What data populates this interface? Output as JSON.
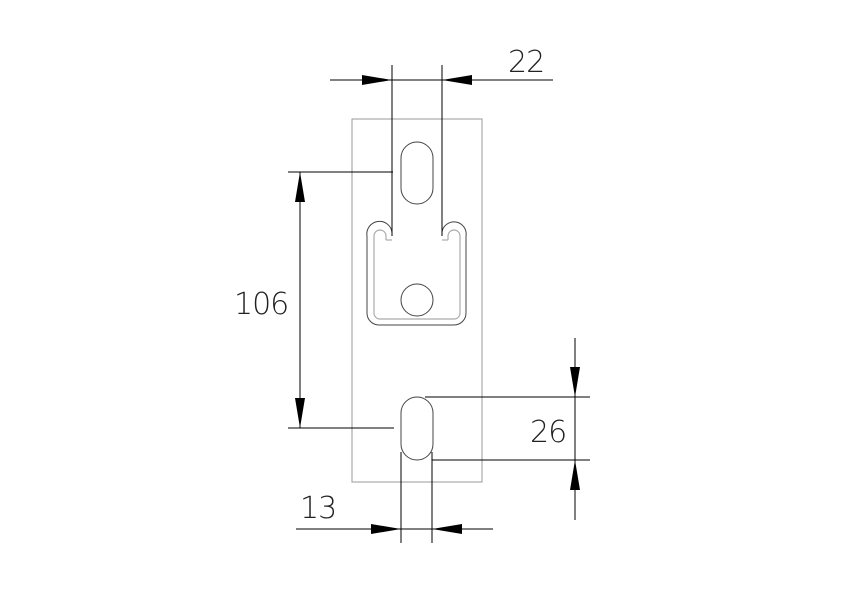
{
  "drawing": {
    "dimensions": {
      "slot_spacing_width": "22",
      "slot_vertical_spacing": "106",
      "slot_length": "26",
      "slot_width": "13"
    }
  }
}
